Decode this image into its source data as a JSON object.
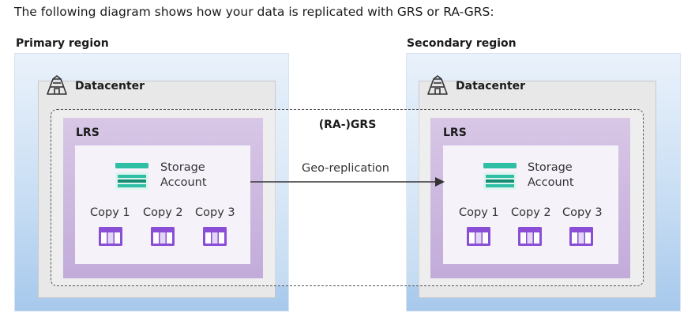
{
  "intro_text": "The following diagram shows how your data is replicated with GRS or RA-GRS:",
  "primary": {
    "region_label": "Primary region",
    "datacenter_label": "Datacenter",
    "lrs_label": "LRS",
    "storage_line1": "Storage",
    "storage_line2": "Account",
    "copies": [
      "Copy 1",
      "Copy 2",
      "Copy 3"
    ]
  },
  "secondary": {
    "region_label": "Secondary region",
    "datacenter_label": "Datacenter",
    "lrs_label": "LRS",
    "storage_line1": "Storage",
    "storage_line2": "Account",
    "copies": [
      "Copy 1",
      "Copy 2",
      "Copy 3"
    ]
  },
  "grs_label": "(RA-)GRS",
  "geo_label": "Geo-replication",
  "colors": {
    "storage_teal": "#2ebfa5",
    "copy_purple": "#8a4fd6",
    "lrs_purple": "#ab8bcb"
  },
  "icons": [
    "datacenter-icon",
    "storage-account-icon",
    "copy-table-icon",
    "arrow-icon"
  ]
}
